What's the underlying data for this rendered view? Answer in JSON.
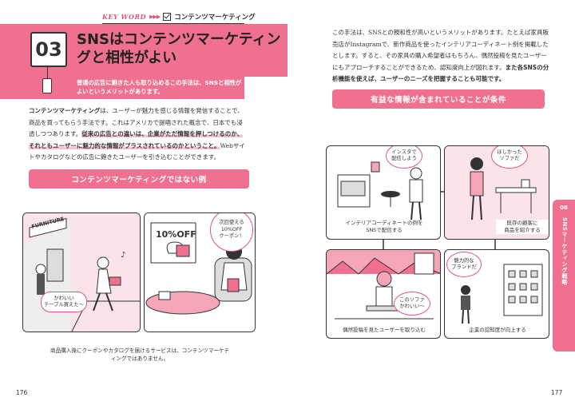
{
  "keyword": {
    "label": "KEY WORD",
    "arrows": "▶▶▶",
    "term": "コンテンツマーケティング"
  },
  "section": {
    "number": "03",
    "title": "SNSはコンテンツマーケティングと相性がよい",
    "lead": "普通の広告に飽きた人も取り込めるこの手法は、SNSと相性がよいというメリットがあります。"
  },
  "left_body": {
    "p1_bold": "コンテンツマーケティング",
    "p1_rest": "は、ユーザーが魅力を感じる情報を発信することで、商品を買ってもらう手法です。これはアメリカで提唱された概念で、日本でも浸透しつつあります。",
    "p1_highlight": "従来の広告との違いは、企業がただ情報を押しつけるのか、それともユーザーに魅力的な情報がプラスされているのかということ。",
    "p1_tail": "Webサイトやカタログなどの広告に飽きたユーザーを引き込むことができます。"
  },
  "left_banner": "コンテンツマーケティングではない例",
  "left_illust": {
    "shop_sign": "FURNITURE",
    "coupon_text": "10%OFF",
    "bubble_cute": "かわいい\nテーブル買えた〜",
    "bubble_coupon": "次回使える\n10%OFF\nクーポン！",
    "caption": "商品購入後にクーポンやカタログを届けるサービスは、コンテンツマーケティングではありません。"
  },
  "right_body": {
    "text": "この手法は、SNSとの親和性が高いというメリットがあります。たとえば家具販売店がInstagramで、新作商品を使ったインテリアコーディネート例を掲載したとします。すると、その家具の購入希望者はもちろん、偶然投稿を見たユーザーにもアプローチすることができるため、認知度向上が図れます。",
    "bold": "また各SNSの分析機能を使えば、ユーザーのニーズを把握することも可能です。"
  },
  "right_banner": "有益な情報が含まれていることが条件",
  "right_illust": {
    "bubble_insta": "インスタで\n配信しよう",
    "cap_c": "インテリアコーディネートの例を\nSNSで配信する",
    "bubble_want": "ほしかった\nソファだ",
    "cap_d": "既存の顧客に\n商品を紹介する",
    "bubble_sofa": "このソファ\nかわいい〜",
    "cap_e": "偶然投稿を見たユーザーを取り込む",
    "bubble_brand": "魅力的な\nブランドだ",
    "cap_f": "企業の認知度が向上する"
  },
  "side_tab": {
    "number": "08",
    "label": "SNSマーケティング戦略"
  },
  "page_numbers": {
    "left": "176",
    "right": "177"
  },
  "colors": {
    "accent": "#f0718f",
    "accent_dark": "#e0577a",
    "text": "#2a2a2a"
  }
}
